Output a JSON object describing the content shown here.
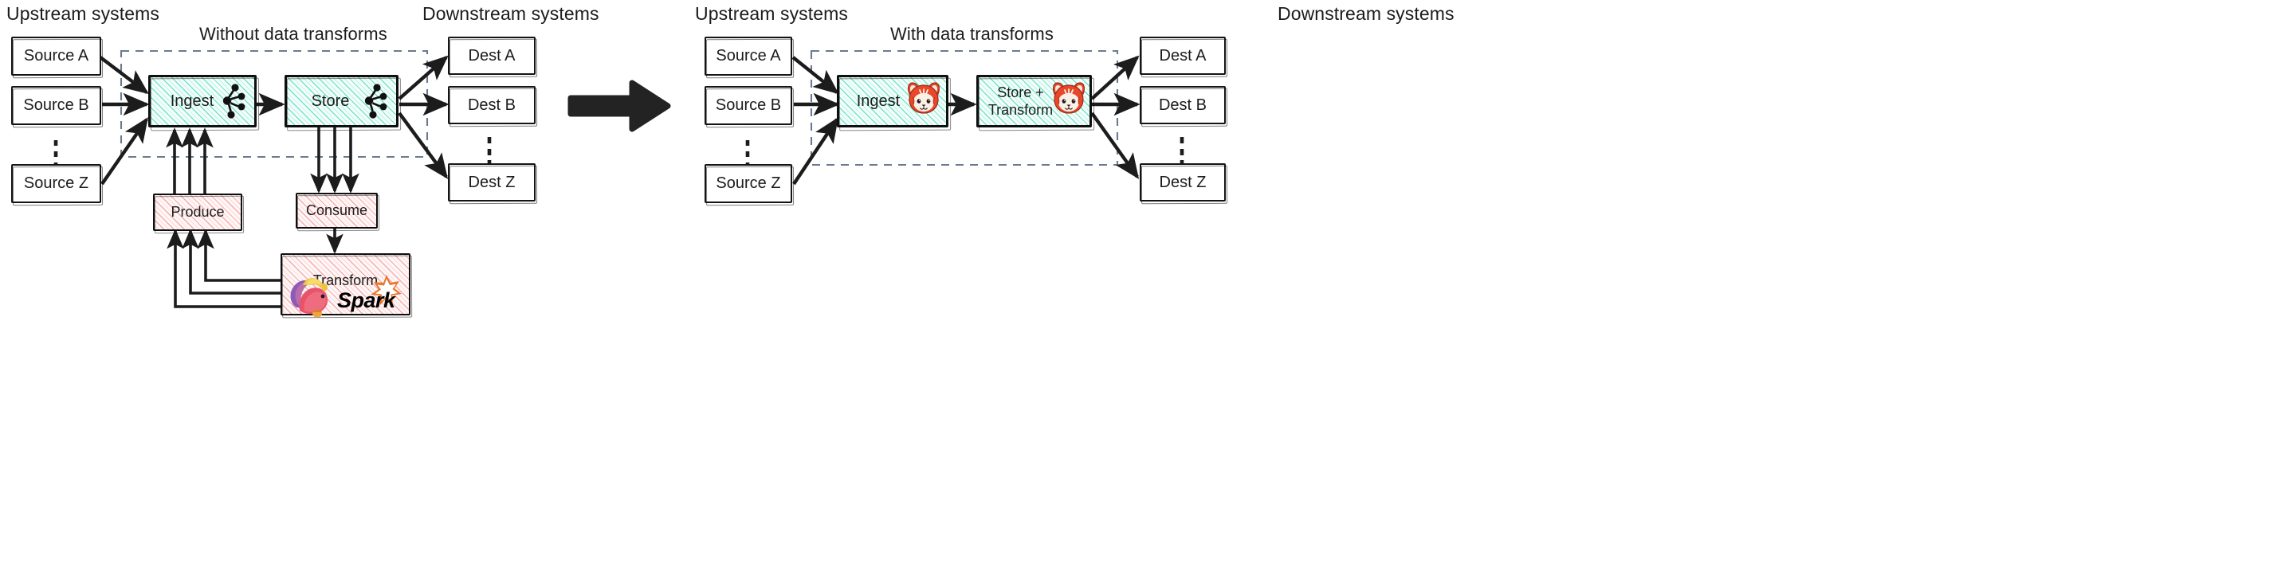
{
  "diagram": {
    "title_left": "Without data transforms",
    "title_right": "With data transforms",
    "labels": {
      "upstream": "Upstream systems",
      "downstream": "Downstream systems"
    }
  },
  "left_panel": {
    "panel_title": "Without data transforms",
    "upstream_label": "Upstream systems",
    "downstream_label": "Downstream systems",
    "sources": [
      {
        "label": "Source A"
      },
      {
        "label": "Source B"
      },
      {
        "label": "Source Z"
      }
    ],
    "sources_ellipsis": "vertical-dots",
    "pipeline": [
      {
        "label": "Ingest",
        "icon": "kafka-icon",
        "style": "teal"
      },
      {
        "label": "Store",
        "icon": "kafka-icon",
        "style": "teal"
      }
    ],
    "bottom_boxes": [
      {
        "label": "Produce",
        "style": "pink"
      },
      {
        "label": "Consume",
        "style": "pink"
      }
    ],
    "transform_box": {
      "label": "Transform",
      "style": "pink",
      "icons": [
        "flink-squirrel-icon",
        "spark-icon"
      ],
      "spark_label": "Spark"
    },
    "destinations": [
      {
        "label": "Dest A"
      },
      {
        "label": "Dest B"
      },
      {
        "label": "Dest Z"
      }
    ],
    "destinations_ellipsis": "vertical-dots"
  },
  "center": {
    "arrow": "big-right-arrow",
    "color": "#232323"
  },
  "right_panel": {
    "panel_title": "With data transforms",
    "upstream_label": "Upstream systems",
    "downstream_label": "Downstream systems",
    "sources": [
      {
        "label": "Source A"
      },
      {
        "label": "Source B"
      },
      {
        "label": "Source Z"
      }
    ],
    "sources_ellipsis": "vertical-dots",
    "pipeline": [
      {
        "label": "Ingest",
        "icon": "redpanda-icon",
        "style": "teal"
      },
      {
        "label": "Store +\nTransform",
        "line1": "Store +",
        "line2": "Transform",
        "icon": "redpanda-icon",
        "style": "teal"
      }
    ],
    "destinations": [
      {
        "label": "Dest A"
      },
      {
        "label": "Dest B"
      },
      {
        "label": "Dest Z"
      }
    ],
    "destinations_ellipsis": "vertical-dots"
  },
  "colors": {
    "teal_fill": "#34d3af",
    "pink_fill": "#f07878",
    "stroke": "#111111",
    "dashed_boundary": "#6b7a90",
    "arrow": "#232323",
    "redpanda_orange": "#e8472b",
    "spark_orange": "#e8762c"
  }
}
